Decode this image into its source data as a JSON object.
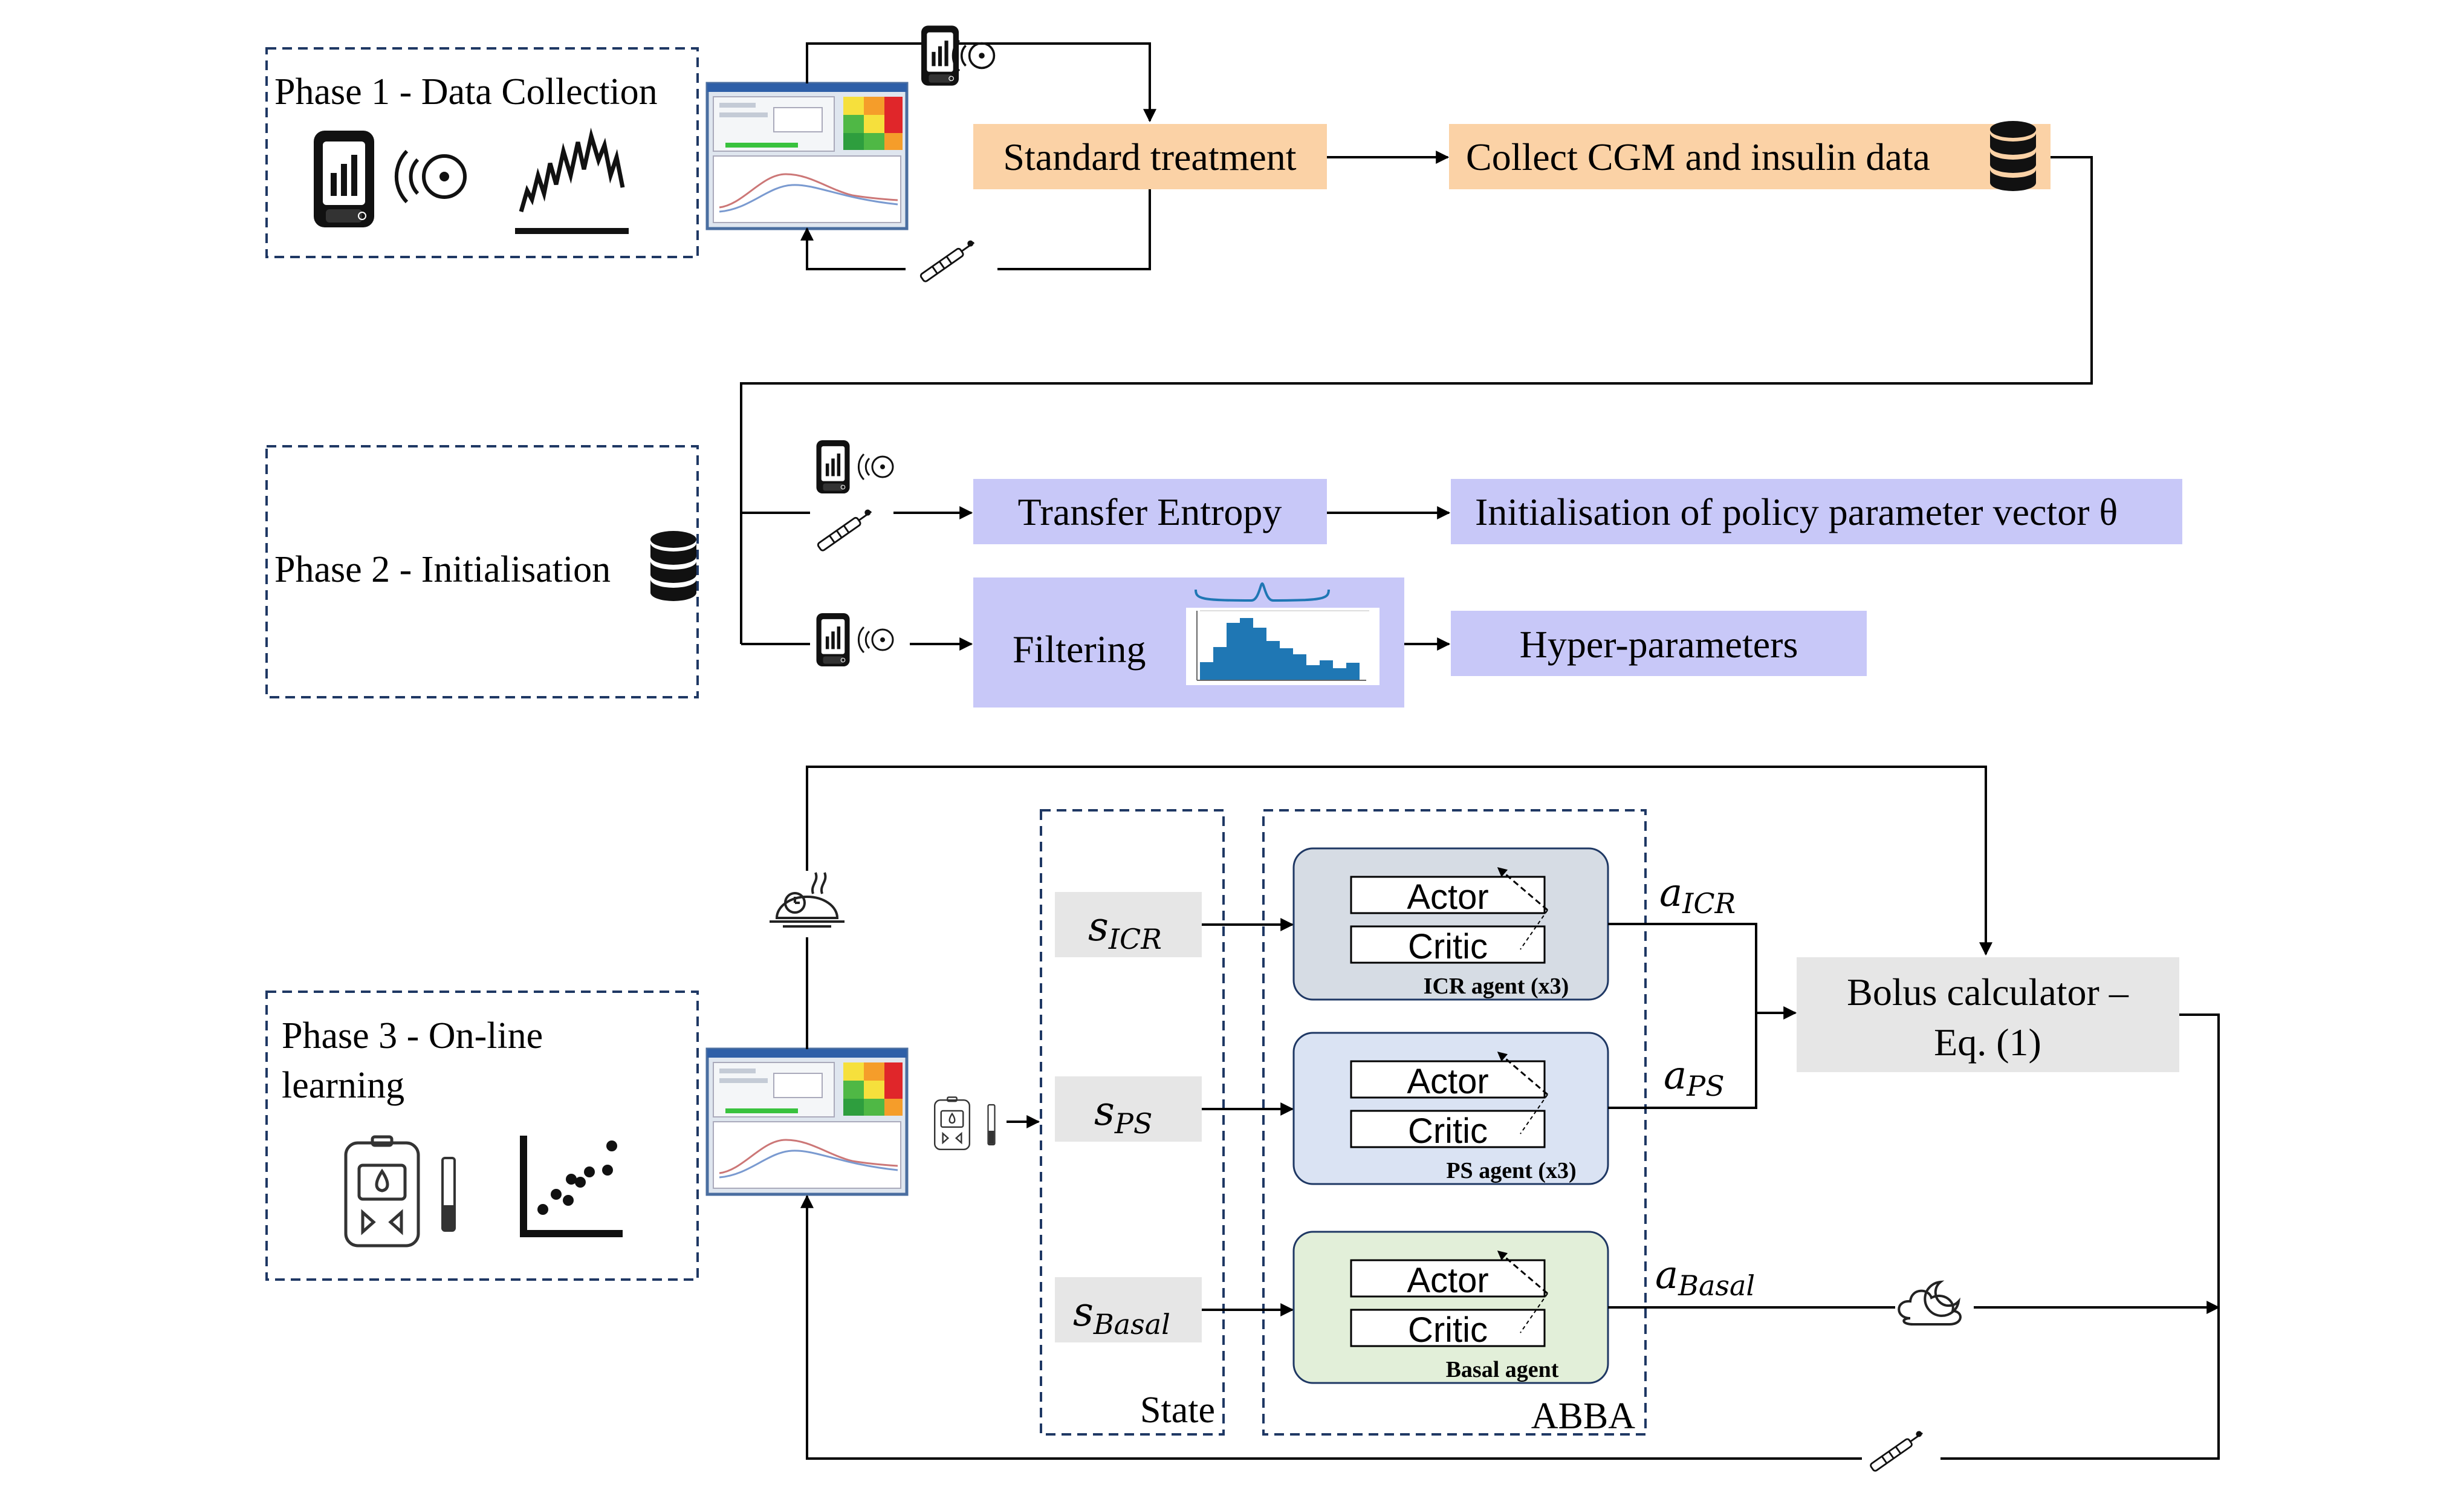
{
  "phases": {
    "phase1": "Phase 1 - Data Collection",
    "phase2": "Phase 2 - Initialisation",
    "phase3_line1": "Phase 3 - On-line",
    "phase3_line2": "learning"
  },
  "phase1_flow": {
    "standard_treatment": "Standard treatment",
    "collect_data": "Collect CGM and insulin data"
  },
  "phase2_flow": {
    "transfer_entropy": "Transfer Entropy",
    "init_policy": "Initialisation of policy parameter vector θ",
    "filtering": "Filtering",
    "hyper_parameters": "Hyper-parameters"
  },
  "phase3_flow": {
    "state_label": "State",
    "abba_label": "ABBA",
    "states": [
      {
        "main": "s",
        "sub": "ICR"
      },
      {
        "main": "s",
        "sub": "PS"
      },
      {
        "main": "s",
        "sub": "Basal"
      }
    ],
    "agents": [
      {
        "actor": "Actor",
        "critic": "Critic",
        "name": "ICR agent (x3)"
      },
      {
        "actor": "Actor",
        "critic": "Critic",
        "name": "PS agent (x3)"
      },
      {
        "actor": "Actor",
        "critic": "Critic",
        "name": "Basal agent"
      }
    ],
    "actions": [
      {
        "main": "a",
        "sub": "ICR"
      },
      {
        "main": "a",
        "sub": "PS"
      },
      {
        "main": "a",
        "sub": "Basal"
      }
    ],
    "bolus_line1": "Bolus calculator –",
    "bolus_line2": "Eq. (1)"
  },
  "colors": {
    "orange": "#fbd2a6",
    "lavender": "#c8c8f8",
    "gray_box": "#e6e6e6",
    "icr_agent": "#d6dce4",
    "ps_agent": "#dae3f3",
    "basal_agent": "#e2efd9",
    "dashed_border": "#1f3864",
    "histogram": "#1f77b4"
  },
  "icons": {
    "cgm_receiver": "cgm-receiver-icon",
    "sensor": "sensor-icon",
    "glucose_trace": "glucose-trace-icon",
    "database": "database-icon",
    "insulin_pen": "insulin-pen-icon",
    "meal": "meal-icon",
    "night": "night-icon",
    "glucometer": "glucometer-icon",
    "scatter": "scatter-plot-icon",
    "simulator_screen": "simulator-screenshot-icon",
    "histogram": "histogram-icon"
  }
}
